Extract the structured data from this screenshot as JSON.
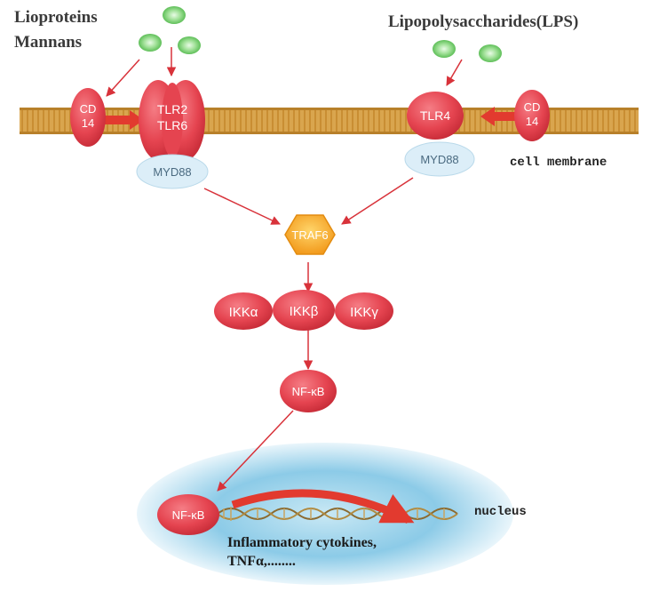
{
  "labels": {
    "ligand_left_line1": "Lioproteins",
    "ligand_left_line2": "Mannans",
    "ligand_right": "Lipopolysaccharides(LPS)",
    "cell_membrane": "cell membrane",
    "nucleus": "nucleus",
    "cytokines_line1": "Inflammatory cytokines,",
    "cytokines_line2": "TNFα,........"
  },
  "nodes": {
    "cd14_left_line1": "CD",
    "cd14_left_line2": "14",
    "tlr2": "TLR2",
    "tlr6": "TLR6",
    "myd88_left": "MYD88",
    "tlr4": "TLR4",
    "cd14_right_line1": "CD",
    "cd14_right_line2": "14",
    "myd88_right": "MYD88",
    "traf6": "TRAF6",
    "ikk_alpha": "IKKα",
    "ikk_beta": "IKKβ",
    "ikk_gamma": "IKKγ",
    "nfkb_cytoplasm": "NF-κB",
    "nfkb_nucleus": "NF-κB"
  },
  "colors": {
    "protein_red": "#e8454f",
    "membrane_orange": "#d8a24a",
    "traf6_orange": "#f5a623",
    "myd88_blue": "#dceef8",
    "nucleus_blue": "#7fc3e3",
    "ligand_green": "#8fd88a",
    "arrow_red": "#d8323a"
  }
}
